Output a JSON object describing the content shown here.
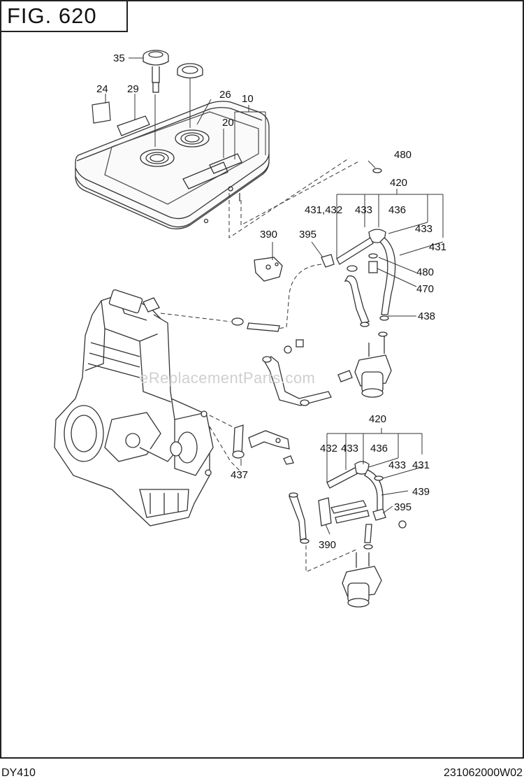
{
  "figure": {
    "title": "FIG. 620"
  },
  "footer": {
    "model": "DY410",
    "code": "231062000W02"
  },
  "watermark": "eReplacementParts.com",
  "callouts": [
    "35",
    "24",
    "29",
    "26",
    "10",
    "20",
    "480",
    "420",
    "431,432",
    "433",
    "436",
    "433",
    "431",
    "390",
    "395",
    "480",
    "470",
    "438",
    "420",
    "432",
    "433",
    "436",
    "433",
    "431",
    "439",
    "395",
    "390",
    "437"
  ]
}
